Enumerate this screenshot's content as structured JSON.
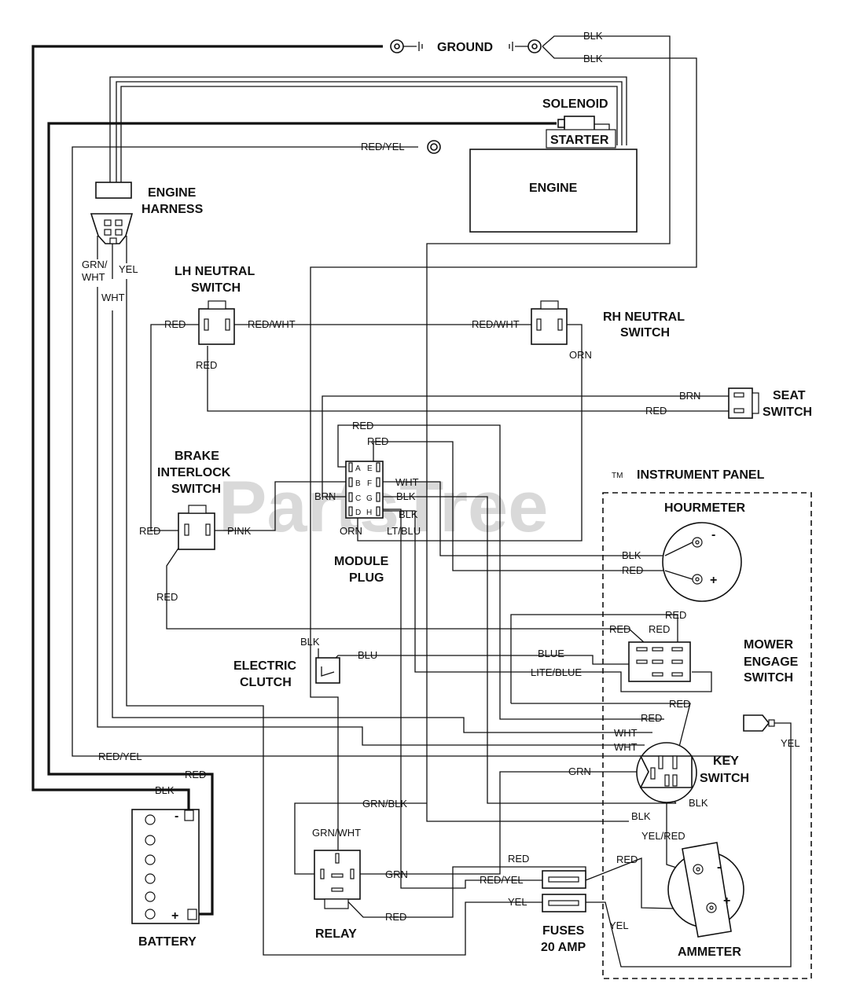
{
  "watermark": "PartsTree",
  "trademark": "TM",
  "components": {
    "ground": "GROUND",
    "solenoid": "SOLENOID",
    "starter": "STARTER",
    "engine": "ENGINE",
    "engine_harness": [
      "ENGINE",
      "HARNESS"
    ],
    "lh_neutral_switch": [
      "LH NEUTRAL",
      "SWITCH"
    ],
    "rh_neutral_switch": [
      "RH NEUTRAL",
      "SWITCH"
    ],
    "seat_switch": [
      "SEAT",
      "SWITCH"
    ],
    "brake_interlock_switch": [
      "BRAKE",
      "INTERLOCK",
      "SWITCH"
    ],
    "module_plug": [
      "MODULE",
      "PLUG"
    ],
    "instrument_panel": "INSTRUMENT PANEL",
    "hourmeter": "HOURMETER",
    "mower_engage_switch": [
      "MOWER",
      "ENGAGE",
      "SWITCH"
    ],
    "electric_clutch": [
      "ELECTRIC",
      "CLUTCH"
    ],
    "key_switch": [
      "KEY",
      "SWITCH"
    ],
    "battery": "BATTERY",
    "relay": "RELAY",
    "fuses": [
      "FUSES",
      "20 AMP"
    ],
    "ammeter": "AMMETER"
  },
  "module_pins": [
    "A",
    "B",
    "C",
    "D",
    "E",
    "F",
    "G",
    "H"
  ],
  "symbols": {
    "minus": "-",
    "plus": "+"
  },
  "wire_labels": {
    "gnd_blk_1": "BLK",
    "gnd_blk_2": "BLK",
    "red_yel_engine": "RED/YEL",
    "harness_grn_wht": [
      "GRN/",
      "WHT"
    ],
    "harness_yel": "YEL",
    "harness_wht": "WHT",
    "lh_red_left": "RED",
    "lh_red_wht": "RED/WHT",
    "rh_red_wht": "RED/WHT",
    "lh_red_down": "RED",
    "rh_orn": "ORN",
    "seat_brn": "BRN",
    "seat_red": "RED",
    "mod_red_a": "RED",
    "mod_red_e": "RED",
    "mod_brn": "BRN",
    "mod_wht": "WHT",
    "mod_blk_g": "BLK",
    "mod_blk_h": "BLK",
    "mod_orn": "ORN",
    "mod_lt_blu": "LT/BLU",
    "brake_red": "RED",
    "brake_pink": "PINK",
    "brake_red_down": "RED",
    "hour_blk": "BLK",
    "hour_red": "RED",
    "mes_red_top": "RED",
    "mes_red_l": "RED",
    "mes_red_m": "RED",
    "clutch_blk": "BLK",
    "clutch_blu": "BLU",
    "mes_blue": "BLUE",
    "mes_lite_blue": "LITE/BLUE",
    "key_red_1": "RED",
    "key_red_2": "RED",
    "key_wht_1": "WHT",
    "key_wht_2": "WHT",
    "key_grn": "GRN",
    "key_blk_r": "BLK",
    "key_blk_b": "BLK",
    "key_yel_red": "YEL/RED",
    "bat_red_yel": "RED/YEL",
    "bat_red": "RED",
    "bat_blk": "BLK",
    "relay_grn_blk": "GRN/BLK",
    "relay_grn_wht": "GRN/WHT",
    "relay_grn": "GRN",
    "relay_red": "RED",
    "fuse_red": "RED",
    "fuse_red_yel": "RED/YEL",
    "fuse_yel": "YEL",
    "amm_red": "RED",
    "amm_yel": "YEL",
    "conn_yel": "YEL"
  }
}
